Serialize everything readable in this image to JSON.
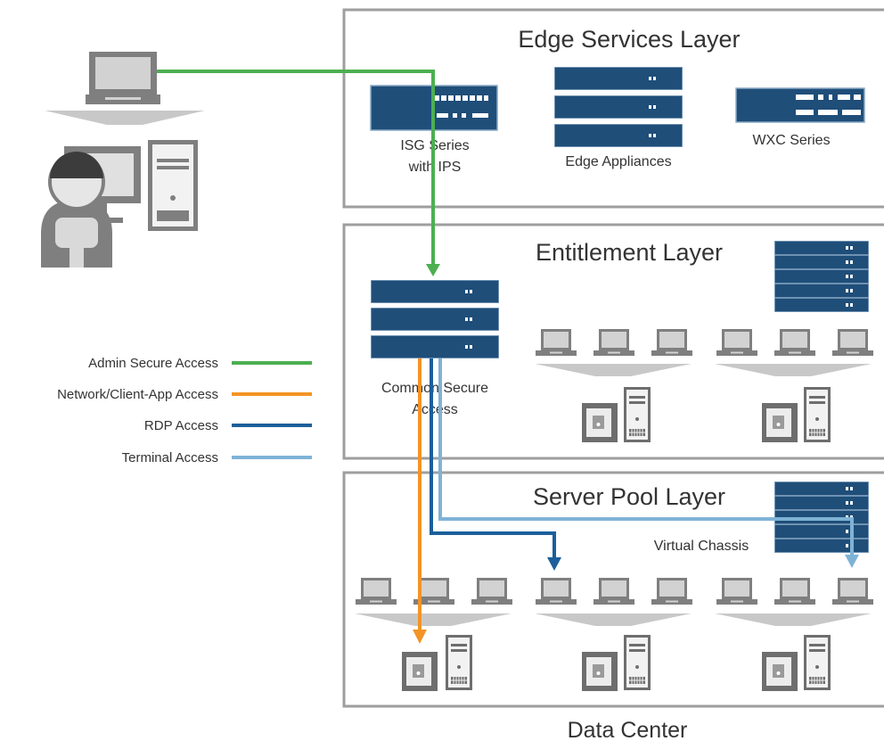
{
  "layers": {
    "edge": {
      "title": "Edge Services Layer"
    },
    "entitlement": {
      "title": "Entitlement Layer"
    },
    "server_pool": {
      "title": "Server Pool Layer"
    }
  },
  "devices": {
    "isg": {
      "label_line1": "ISG Series",
      "label_line2": "with IPS"
    },
    "edge_appliances": {
      "label": "Edge Appliances"
    },
    "wxc": {
      "label": "WXC Series"
    },
    "common_secure_access": {
      "label_line1": "Common Secure",
      "label_line2": "Access"
    },
    "virtual_chassis": {
      "label": "Virtual Chassis"
    }
  },
  "legend": [
    {
      "label": "Admin Secure Access",
      "color": "#4caf50"
    },
    {
      "label": "Network/Client-App Access",
      "color": "#f39425"
    },
    {
      "label": "RDP Access",
      "color": "#1b5f9b"
    },
    {
      "label": "Terminal Access",
      "color": "#7fb3d6"
    }
  ],
  "footer": {
    "label": "Data Center"
  },
  "colors": {
    "appliance_navy": "#1f4e79",
    "panel_border": "#9e9e9e",
    "device_gray": "#7f7f7f"
  }
}
